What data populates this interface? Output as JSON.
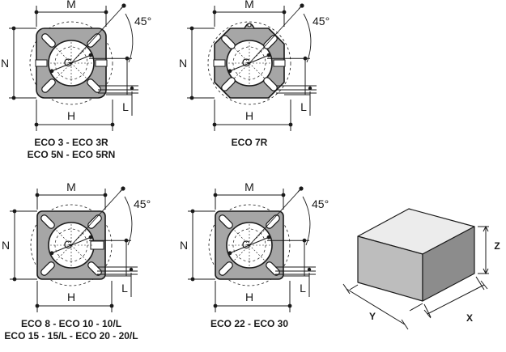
{
  "diagram": {
    "dimension_labels": {
      "m": "M",
      "n": "N",
      "h": "H",
      "l": "L",
      "g": "G",
      "angle": "45°"
    },
    "captions": {
      "eco3": [
        "ECO 3 - ECO 3R",
        "ECO 5N - ECO 5RN"
      ],
      "eco7": [
        "ECO 7R"
      ],
      "eco8": [
        "ECO 8 - ECO 10 - 10/L",
        "ECO 15 - 15/L - ECO 20 - 20/L"
      ],
      "eco22": [
        "ECO 22 - ECO 30"
      ]
    },
    "box_labels": {
      "x": "X",
      "y": "Y",
      "z": "Z"
    },
    "colors": {
      "flange_fill": "#a6a6a6",
      "box_top": "#ececec",
      "box_front": "#bdbdbd",
      "box_side": "#8c8c8c",
      "line": "#1a1a1a"
    }
  }
}
